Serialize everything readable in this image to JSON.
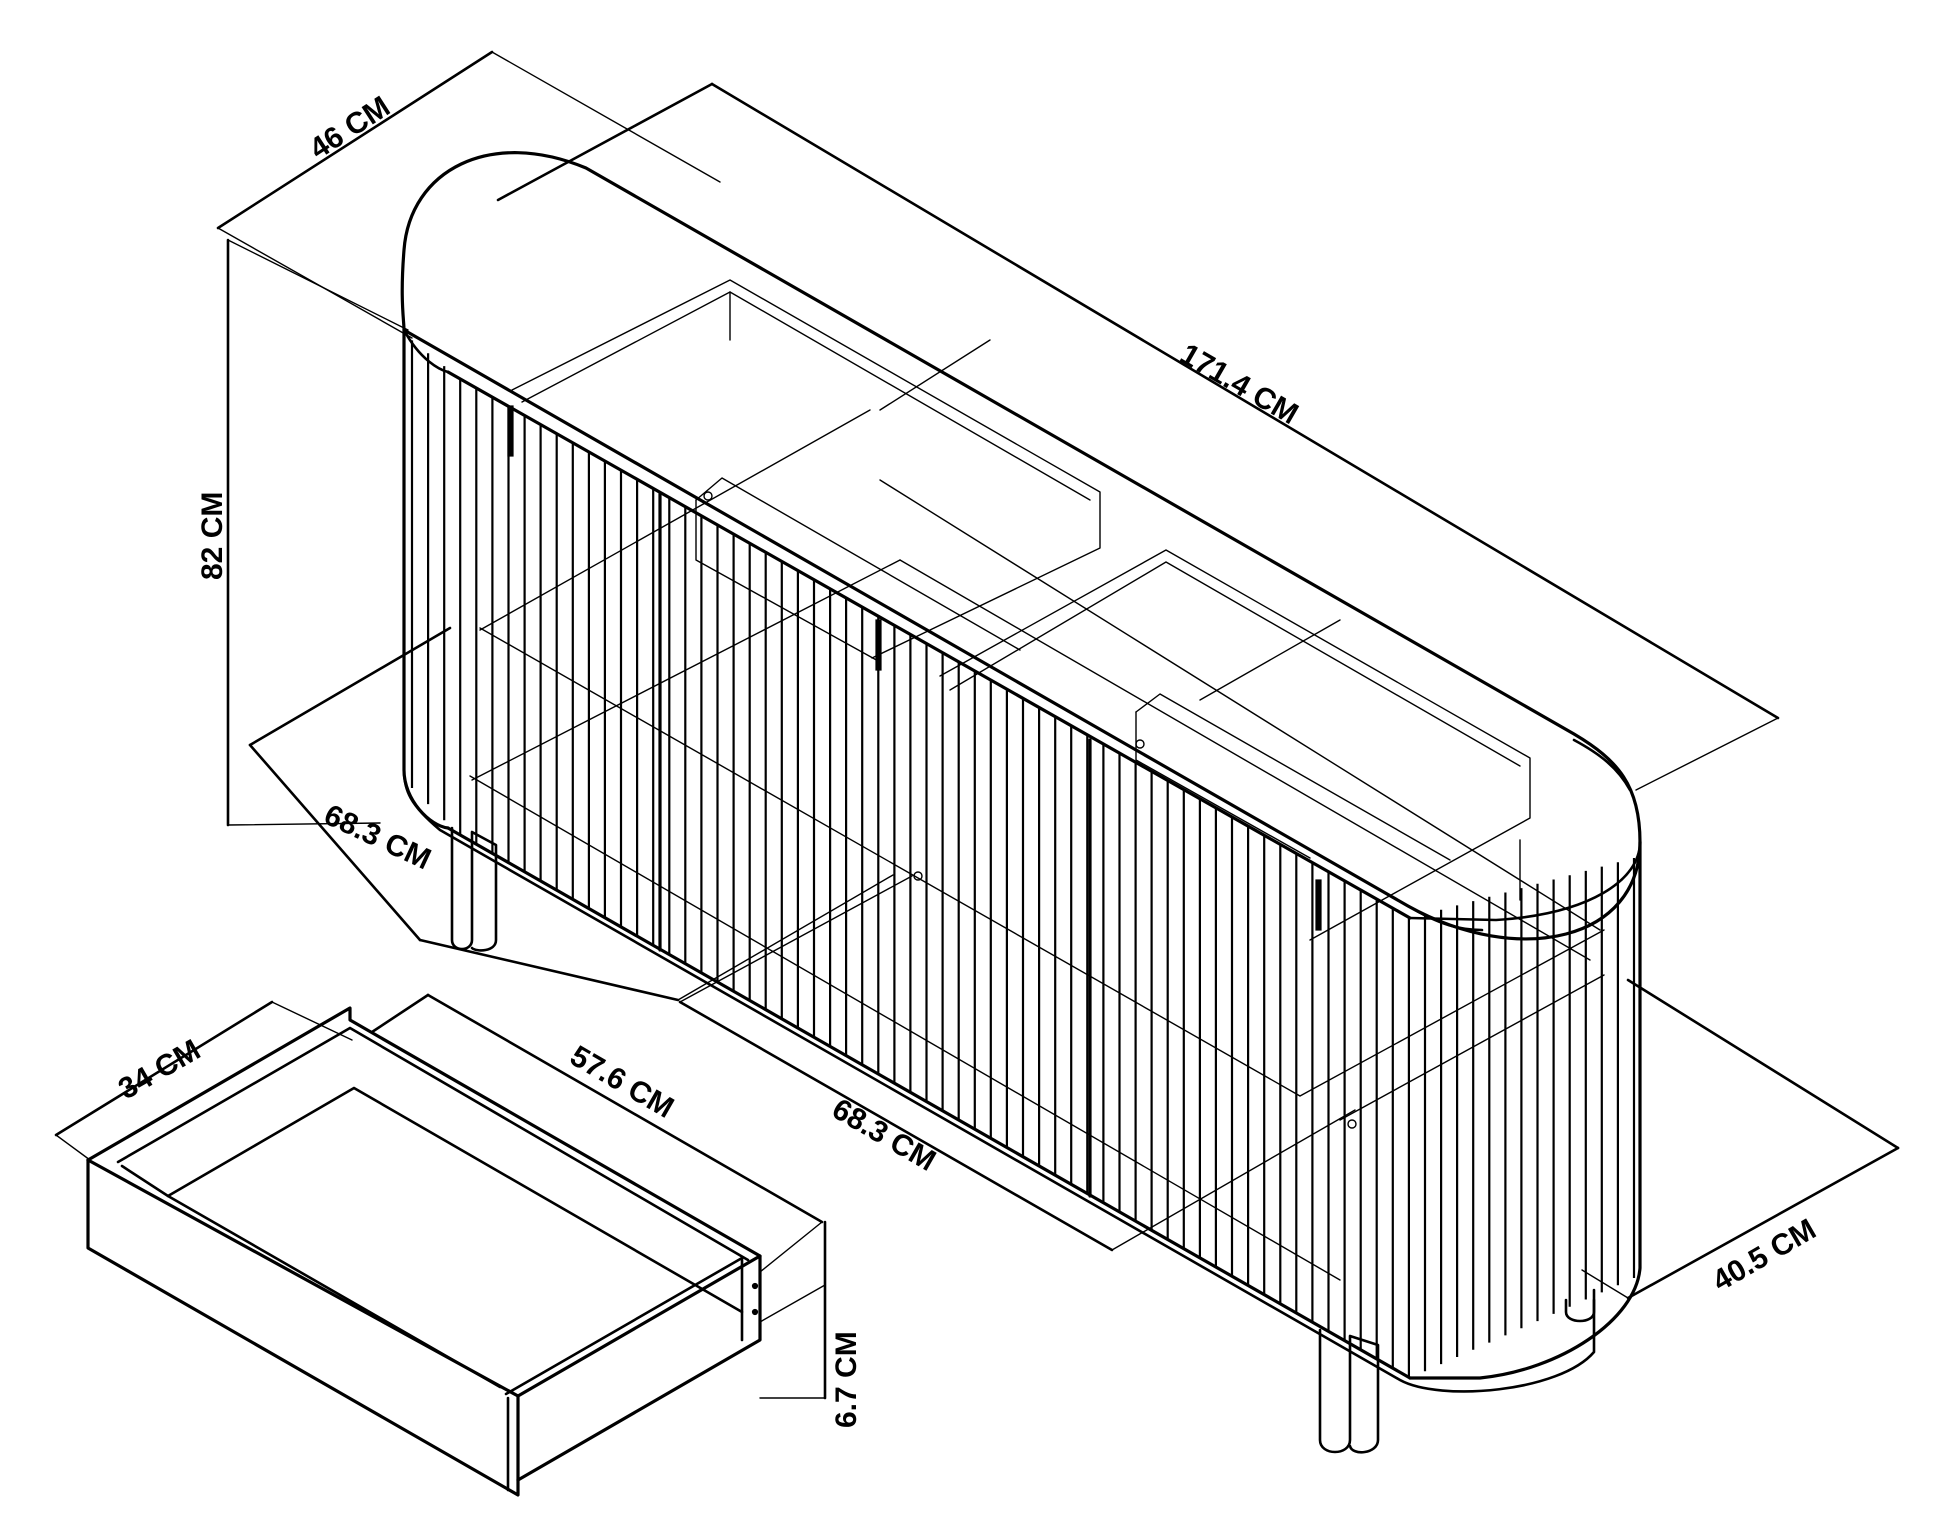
{
  "dimensions": {
    "depth_top": "46 CM",
    "width_total": "171.4 CM",
    "height_total": "82 CM",
    "door_width_left": "68.3 CM",
    "door_width_right": "68.3 CM",
    "depth_side": "40.5 CM",
    "drawer_depth": "34 CM",
    "drawer_width": "57.6 CM",
    "drawer_height": "6.7 CM"
  },
  "colors": {
    "line": "#000000",
    "background": "#ffffff"
  }
}
